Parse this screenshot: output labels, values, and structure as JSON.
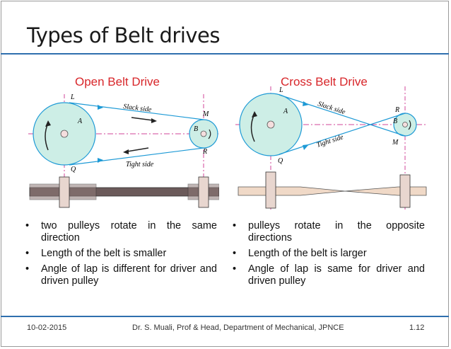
{
  "slide": {
    "title": "Types of Belt drives"
  },
  "open_belt": {
    "heading": "Open Belt Drive",
    "labels": {
      "l": "L",
      "a": "A",
      "q": "Q",
      "m": "M",
      "b": "B",
      "r": "R",
      "slack": "Slack side",
      "tight": "Tight side"
    },
    "bullets": [
      "two pulleys rotate in the same direction",
      "Length of the belt is smaller",
      "Angle of lap is different for driver and driven pulley"
    ]
  },
  "cross_belt": {
    "heading": "Cross Belt Drive",
    "labels": {
      "l": "L",
      "a": "A",
      "q": "Q",
      "m": "M",
      "b": "B",
      "r": "R",
      "slack": "Slack side",
      "tight": "Tight side"
    },
    "bullets": [
      "pulleys rotate in the opposite directions",
      "Length of the belt is larger",
      "Angle of lap is same for driver and driven pulley"
    ]
  },
  "footer": {
    "date": "10-02-2015",
    "author": "Dr. S. Muali, Prof & Head, Department of Mechanical, JPNCE",
    "page": "1.12"
  },
  "colors": {
    "accent": "#2f6fae",
    "heading": "#d8262a",
    "pulley_fill": "#cdeee6",
    "belt_line": "#1e9ad6",
    "center_line": "#d0449a"
  }
}
